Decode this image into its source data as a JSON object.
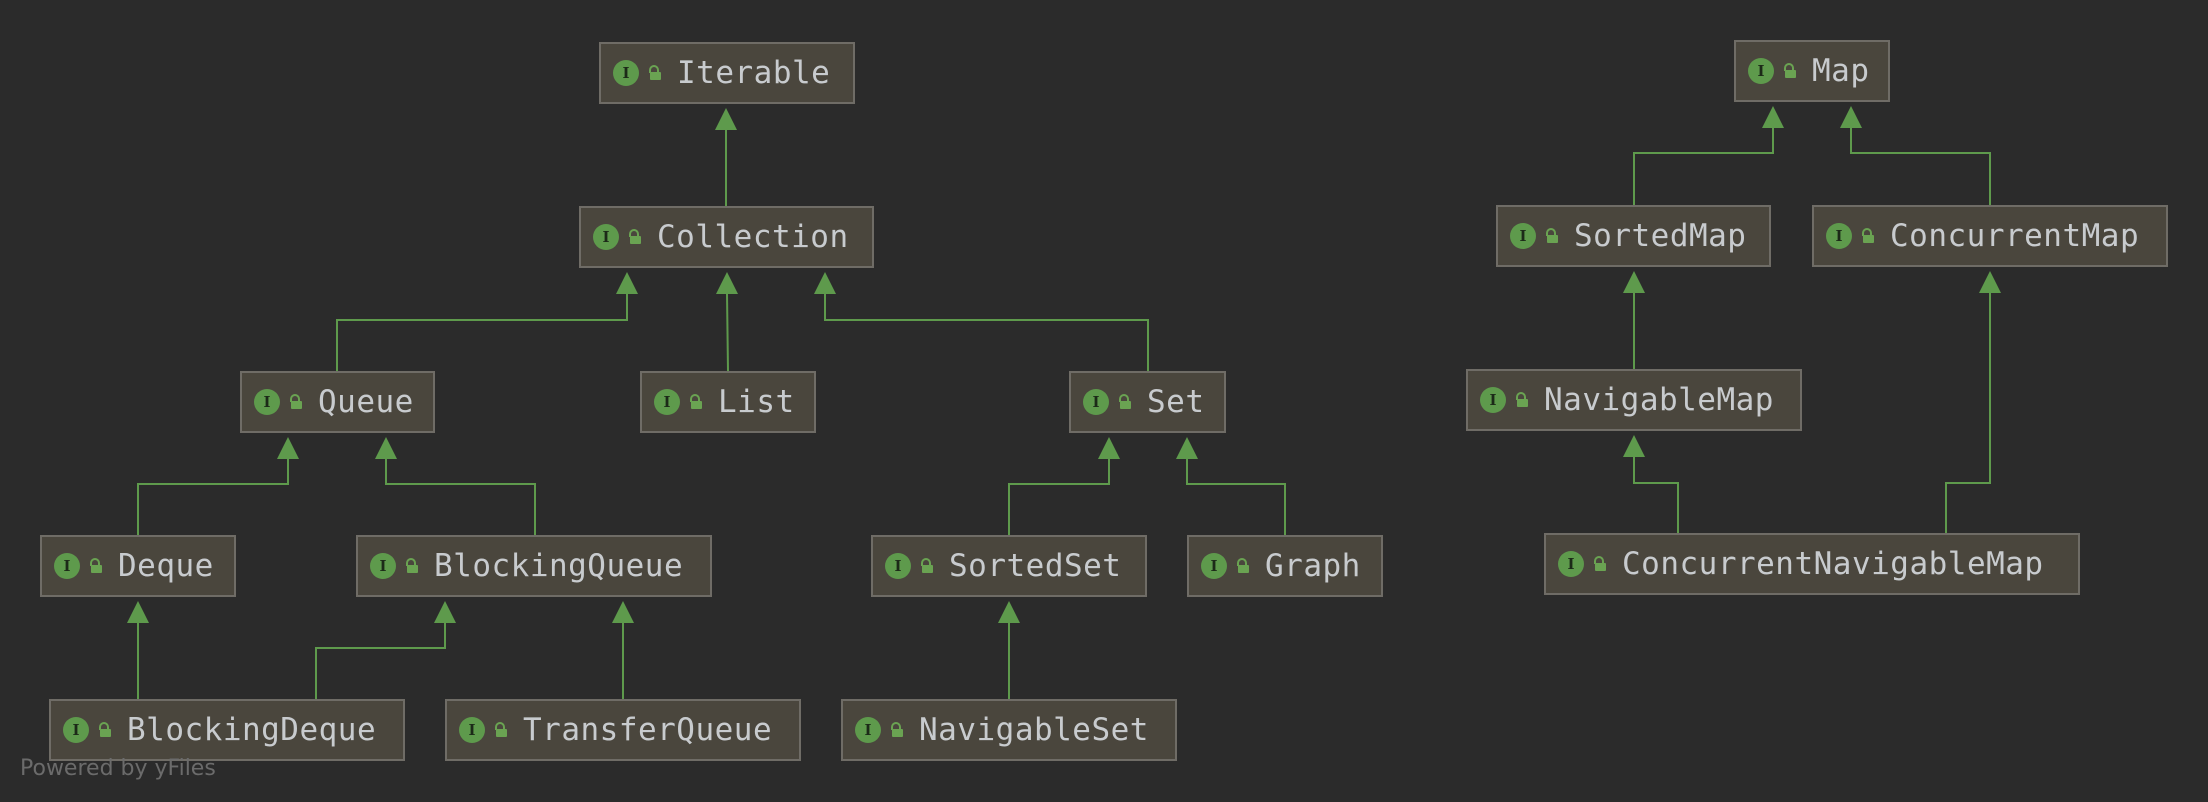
{
  "diagram": {
    "nodes": [
      {
        "id": "iterable",
        "label": "Iterable",
        "kind": "interface",
        "icon": "interface-icon",
        "access": "unlocked-icon"
      },
      {
        "id": "collection",
        "label": "Collection",
        "kind": "interface",
        "icon": "interface-icon",
        "access": "unlocked-icon"
      },
      {
        "id": "queue",
        "label": "Queue",
        "kind": "interface",
        "icon": "interface-icon",
        "access": "unlocked-icon"
      },
      {
        "id": "list",
        "label": "List",
        "kind": "interface",
        "icon": "interface-icon",
        "access": "unlocked-icon"
      },
      {
        "id": "set",
        "label": "Set",
        "kind": "interface",
        "icon": "interface-icon",
        "access": "unlocked-icon"
      },
      {
        "id": "deque",
        "label": "Deque",
        "kind": "interface",
        "icon": "interface-icon",
        "access": "unlocked-icon"
      },
      {
        "id": "blockingqueue",
        "label": "BlockingQueue",
        "kind": "interface",
        "icon": "interface-icon",
        "access": "unlocked-icon"
      },
      {
        "id": "sortedset",
        "label": "SortedSet",
        "kind": "interface",
        "icon": "interface-icon",
        "access": "unlocked-icon"
      },
      {
        "id": "graph",
        "label": "Graph",
        "kind": "interface",
        "icon": "interface-icon",
        "access": "unlocked-icon"
      },
      {
        "id": "blockingdeque",
        "label": "BlockingDeque",
        "kind": "interface",
        "icon": "interface-icon",
        "access": "unlocked-icon"
      },
      {
        "id": "transferqueue",
        "label": "TransferQueue",
        "kind": "interface",
        "icon": "interface-icon",
        "access": "unlocked-icon"
      },
      {
        "id": "navigableset",
        "label": "NavigableSet",
        "kind": "interface",
        "icon": "interface-icon",
        "access": "unlocked-icon"
      },
      {
        "id": "map",
        "label": "Map",
        "kind": "interface",
        "icon": "interface-icon",
        "access": "unlocked-icon"
      },
      {
        "id": "sortedmap",
        "label": "SortedMap",
        "kind": "interface",
        "icon": "interface-icon",
        "access": "unlocked-icon"
      },
      {
        "id": "concurrentmap",
        "label": "ConcurrentMap",
        "kind": "interface",
        "icon": "interface-icon",
        "access": "unlocked-icon"
      },
      {
        "id": "navigablemap",
        "label": "NavigableMap",
        "kind": "interface",
        "icon": "interface-icon",
        "access": "unlocked-icon"
      },
      {
        "id": "concurrentnavigablemap",
        "label": "ConcurrentNavigableMap",
        "kind": "interface",
        "icon": "interface-icon",
        "access": "unlocked-icon"
      }
    ],
    "edges": [
      {
        "from": "collection",
        "to": "iterable"
      },
      {
        "from": "queue",
        "to": "collection"
      },
      {
        "from": "list",
        "to": "collection"
      },
      {
        "from": "set",
        "to": "collection"
      },
      {
        "from": "deque",
        "to": "queue"
      },
      {
        "from": "blockingqueue",
        "to": "queue"
      },
      {
        "from": "sortedset",
        "to": "set"
      },
      {
        "from": "graph",
        "to": "set"
      },
      {
        "from": "blockingdeque",
        "to": "deque"
      },
      {
        "from": "blockingdeque",
        "to": "blockingqueue"
      },
      {
        "from": "transferqueue",
        "to": "blockingqueue"
      },
      {
        "from": "navigableset",
        "to": "sortedset"
      },
      {
        "from": "sortedmap",
        "to": "map"
      },
      {
        "from": "concurrentmap",
        "to": "map"
      },
      {
        "from": "navigablemap",
        "to": "sortedmap"
      },
      {
        "from": "concurrentnavigablemap",
        "to": "navigablemap"
      },
      {
        "from": "concurrentnavigablemap",
        "to": "concurrentmap"
      }
    ],
    "icon_letter": "I",
    "colors": {
      "background": "#2b2b2b",
      "node_fill": "#4a463d",
      "node_border": "#6f6c66",
      "edge": "#5e9a4c",
      "label": "#c8cbce"
    }
  },
  "footer": {
    "credit": "Powered by yFiles"
  }
}
